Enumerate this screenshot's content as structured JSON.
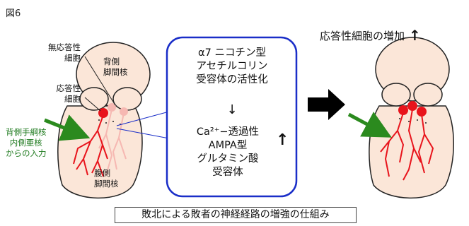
{
  "figure_label": "図6",
  "left_labels": {
    "nonresponsive": [
      "無応答性",
      "細胞"
    ],
    "responsive": [
      "応答性",
      "細胞"
    ],
    "dorsal_ipn": [
      "背側",
      "脚間核"
    ],
    "ventral_ipn": [
      "腹側",
      "脚間核"
    ],
    "input": [
      "背側手綱核",
      "内側亜核",
      "からの入力"
    ]
  },
  "center_box": {
    "top_lines": [
      "α7 ニコチン型",
      "アセチルコリン",
      "受容体の活性化"
    ],
    "down_arrow": "↓",
    "bottom_lines": [
      "Ca²⁺−透過性",
      "AMPA型",
      "グルタミン酸",
      "受容体"
    ],
    "up_arrow": "↑"
  },
  "right_caption": {
    "text": "応答性細胞の増加",
    "arrow": "↑"
  },
  "bottom_caption": "敗北による敗者の神経経路の増強の仕組み",
  "colors": {
    "tissue_fill": "#fbe6d8",
    "box_border": "#1a2ec8",
    "responsive_cell": "#e8141c",
    "nonresponsive_cell": "#f6b8b2",
    "green_arrow": "#2b8a1e"
  }
}
